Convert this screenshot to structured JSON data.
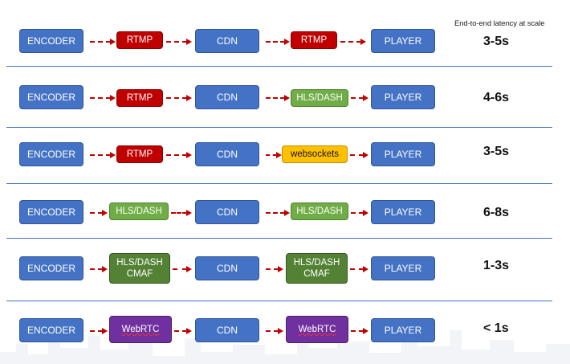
{
  "header": "End-to-end latency at scale",
  "rows": [
    {
      "encoder": "ENCODER",
      "proto1": "RTMP",
      "cdn": "CDN",
      "proto2": "RTMP",
      "player": "PLAYER",
      "latency": "3-5s"
    },
    {
      "encoder": "ENCODER",
      "proto1": "RTMP",
      "cdn": "CDN",
      "proto2": "HLS/DASH",
      "player": "PLAYER",
      "latency": "4-6s"
    },
    {
      "encoder": "ENCODER",
      "proto1": "RTMP",
      "cdn": "CDN",
      "proto2": "websockets",
      "player": "PLAYER",
      "latency": "3-5s"
    },
    {
      "encoder": "ENCODER",
      "proto1": "HLS/DASH",
      "cdn": "CDN",
      "proto2": "HLS/DASH",
      "player": "PLAYER",
      "latency": "6-8s"
    },
    {
      "encoder": "ENCODER",
      "proto1_line1": "HLS/DASH",
      "proto1_line2": "CMAF",
      "cdn": "CDN",
      "proto2_line1": "HLS/DASH",
      "proto2_line2": "CMAF",
      "player": "PLAYER",
      "latency": "1-3s"
    },
    {
      "encoder": "ENCODER",
      "proto1": "WebRTC",
      "cdn": "CDN",
      "proto2": "WebRTC",
      "player": "PLAYER",
      "latency": "< 1s"
    }
  ],
  "colors": {
    "node": "#4472c4",
    "rtmp": "#c00000",
    "hls": "#70ad47",
    "cmaf": "#548235",
    "websockets": "#ffc000",
    "webrtc": "#7030a0",
    "arrow": "#c00000"
  }
}
